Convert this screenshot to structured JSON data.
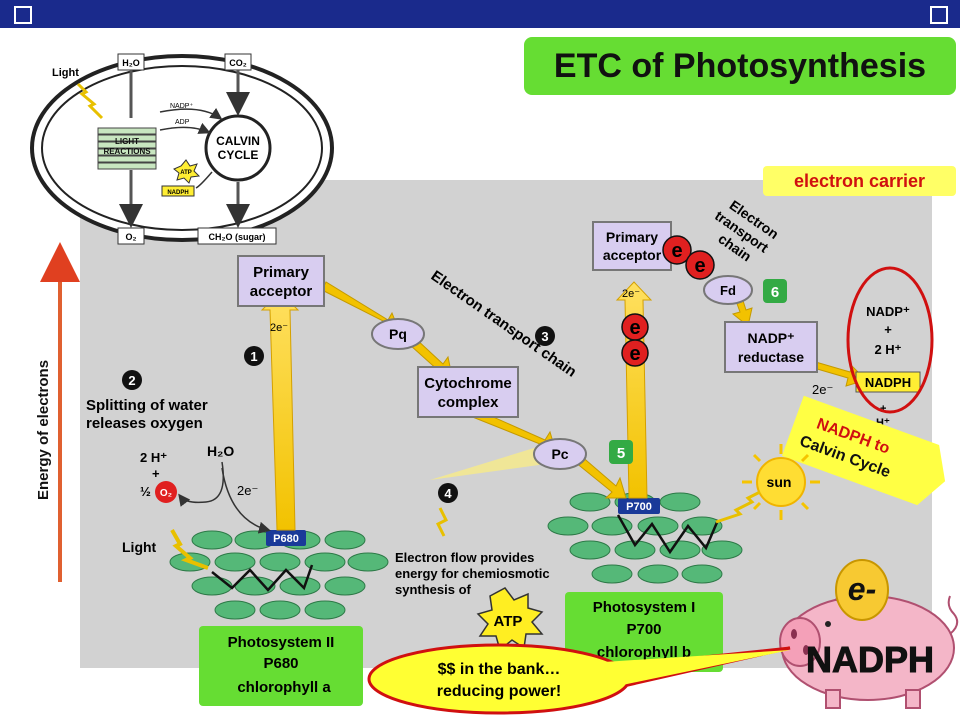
{
  "title": "ETC of Photosynthesis",
  "electron_carrier_label": "electron carrier",
  "overview": {
    "light": "Light",
    "h2o": "H₂O",
    "co2": "CO₂",
    "nadp_plus": "NADP⁺",
    "adp": "ADP",
    "atp": "ATP",
    "nadph": "NADPH",
    "light_reactions": [
      "LIGHT",
      "REACTIONS"
    ],
    "calvin_cycle": [
      "CALVIN",
      "CYCLE"
    ],
    "o2": "O₂",
    "sugar": "CH₂O (sugar)"
  },
  "axis_label": "Energy of electrons",
  "steps": {
    "step1": "1",
    "step2": "2",
    "step3": "3",
    "step4": "4",
    "step5": "5",
    "step6": "6"
  },
  "water_splitting": [
    "Splitting of water",
    "releases oxygen"
  ],
  "primary_acceptor": [
    "Primary",
    "acceptor"
  ],
  "primary_acceptor_2": [
    "Primary",
    "acceptor"
  ],
  "pq": "Pq",
  "cytochrome_complex": [
    "Cytochrome",
    "complex"
  ],
  "pc": "Pc",
  "fd": "Fd",
  "nadp_reductase": [
    "NADP⁺",
    "reductase"
  ],
  "etc_label_1": "Electron transport chain",
  "etc_label_2": [
    "Electron",
    "transport",
    "chain"
  ],
  "two_e": "2e⁻",
  "two_h": "2 H⁺",
  "plus": "+",
  "half": "½",
  "o2_badge": "O₂",
  "h2o": "H₂O",
  "light": "Light",
  "p680": "P680",
  "p700": "P700",
  "electron_flow": [
    "Electron flow provides",
    "energy for chemiosmotic",
    "synthesis of"
  ],
  "atp": "ATP",
  "nadp_plus_2h": [
    "NADP⁺",
    "+",
    "2 H⁺"
  ],
  "nadph": "NADPH",
  "h_plus": "H⁺",
  "nadph_to_calvin": [
    "NADPH to",
    "Calvin Cycle"
  ],
  "electron_symbol": "e",
  "sun": "sun",
  "photosystem_2": [
    "Photosystem II",
    "P680",
    "chlorophyll a"
  ],
  "photosystem_1": [
    "Photosystem I",
    "P700",
    "chlorophyll b"
  ],
  "bank_callout": [
    "$$ in the bank…",
    "reducing power!"
  ],
  "pig": {
    "e_minus": "e-",
    "nadph": "NADPH"
  },
  "colors": {
    "title_bg": "#66dd33",
    "carrier_bg": "#ffff66",
    "carrier_text": "#d01010",
    "callout_bg": "#ffff33",
    "callout_border": "#d01010",
    "diagram_bg": "#d2d2d2"
  }
}
